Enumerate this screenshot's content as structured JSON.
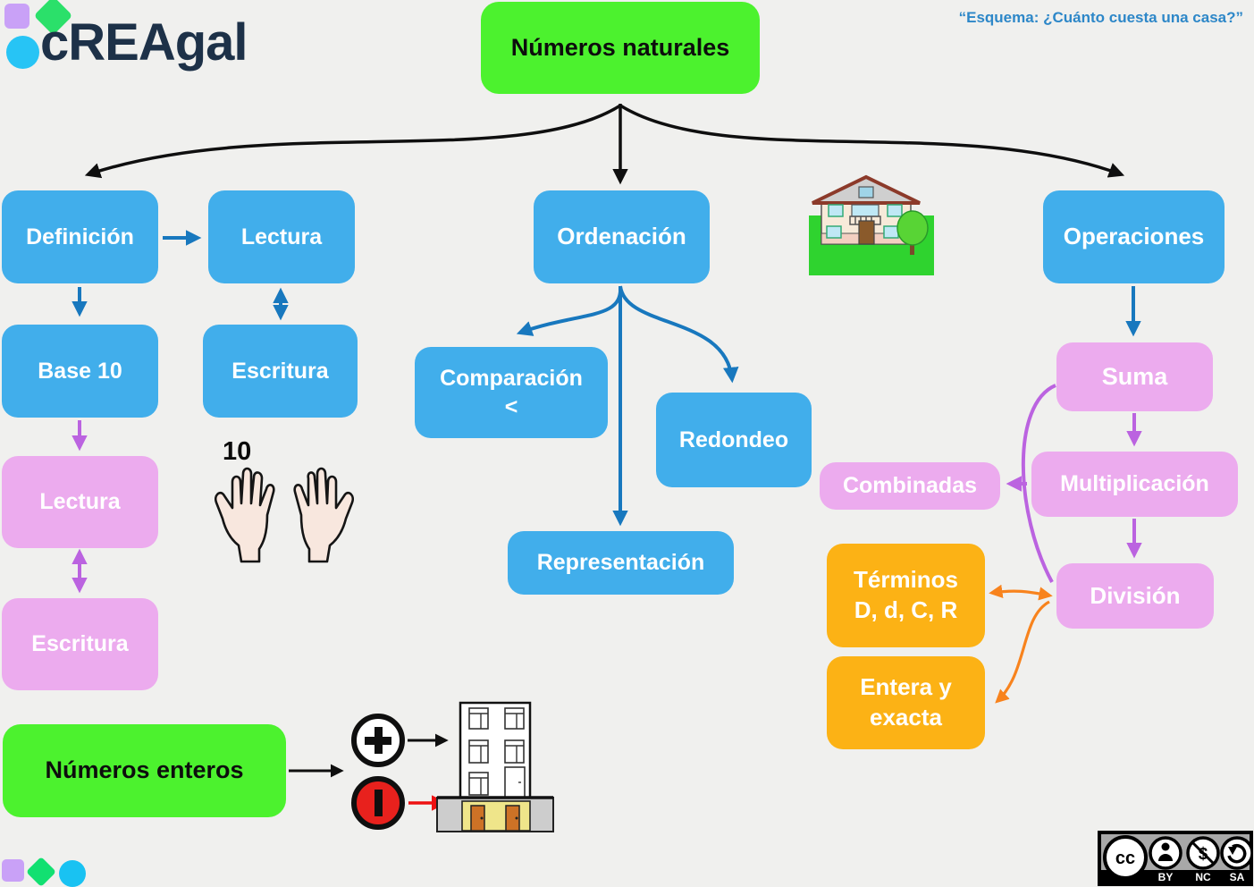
{
  "header": {
    "logo": "cREAgal",
    "quote": "“Esquema: ¿Cuánto cuesta una casa?”"
  },
  "nodes": {
    "numeros_naturales": "Números naturales",
    "definicion": "Definición",
    "lectura": "Lectura",
    "base_10": "Base 10",
    "escritura": "Escritura",
    "lectura_rosa": "Lectura",
    "escritura_rosa": "Escritura",
    "ordenacion": "Ordenación",
    "comparacion": "Comparación",
    "comparacion_simbolo": "<",
    "redondeo": "Redondeo",
    "representacion": "Representación",
    "operaciones": "Operaciones",
    "suma": "Suma",
    "multiplicacion": "Multiplicación",
    "combinadas": "Combinadas",
    "division": "División",
    "terminos_l1": "Términos",
    "terminos_l2": "D, d, C, R",
    "entera_l1": "Entera y",
    "entera_l2": "exacta",
    "numeros_enteros": "Números enteros"
  },
  "annotations": {
    "ten": "10"
  },
  "license": {
    "cc": "cc",
    "by": "BY",
    "nc": "NC",
    "sa": "SA"
  },
  "colors": {
    "background": "#f0f0ee",
    "node_blue": "#41aeeb",
    "node_pink": "#ecabee",
    "node_orange": "#fcb215",
    "node_green": "#4cf22e",
    "arrow_blue": "#1878be",
    "arrow_purple": "#bb63e0",
    "arrow_orange": "#f8831d",
    "arrow_black": "#0f0f0f",
    "arrow_red": "#ee1111",
    "logo_navy": "#1d3148",
    "quote_blue": "#2d87c8",
    "minus_red": "#e8211d"
  }
}
